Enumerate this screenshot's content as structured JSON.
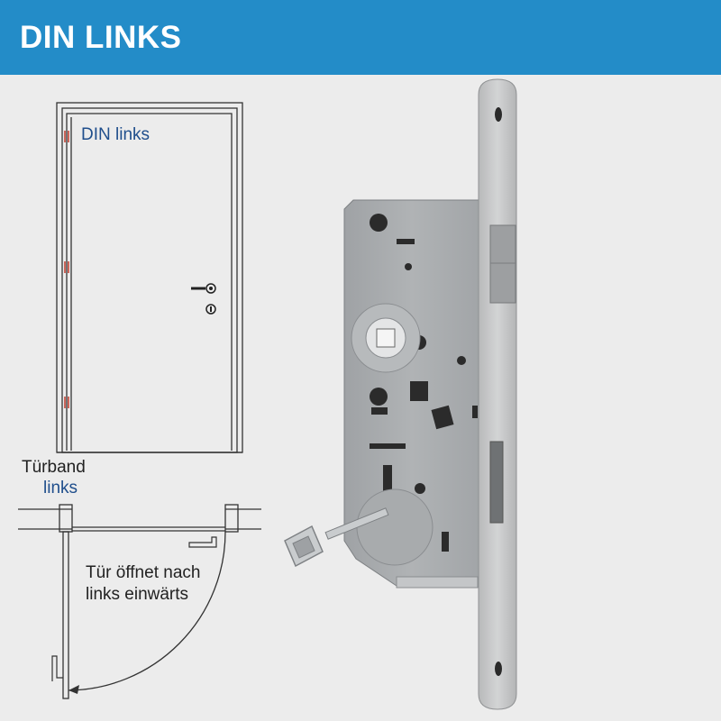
{
  "header": {
    "title": "DIN LINKS"
  },
  "door_diagram": {
    "label": "DIN links"
  },
  "plan_view": {
    "hinge_label": "Türband",
    "side_label": "links",
    "swing_note": "Tür öffnet nach\nlinks einwärts"
  },
  "colors": {
    "header_background": "#238cc8",
    "background": "#ececec",
    "accent_text": "#1f4e8c",
    "hinge_marks": "#c0392b",
    "lock_body": "#a9acae",
    "faceplate": "#c4c5c6"
  }
}
